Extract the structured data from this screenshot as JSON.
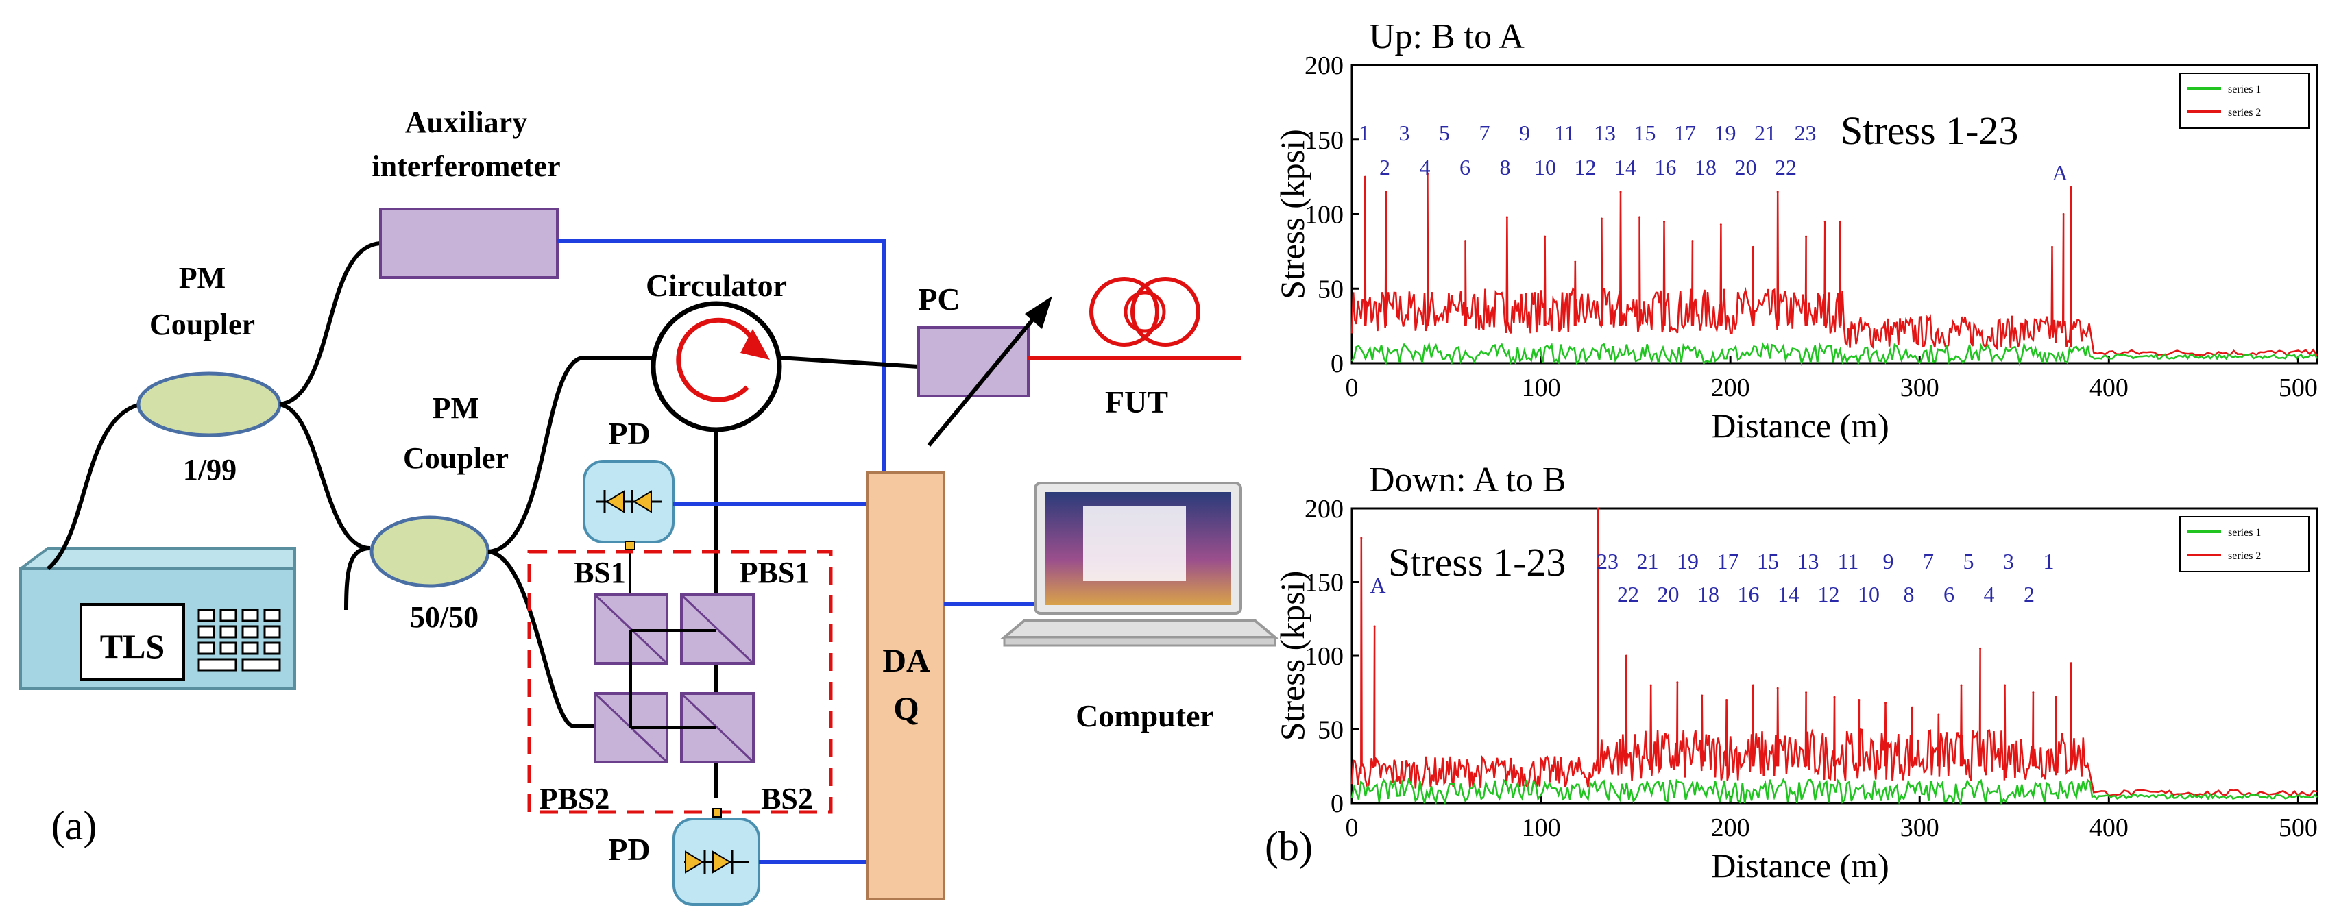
{
  "panel_a": {
    "label": "(a)",
    "components": {
      "tls": "TLS",
      "pm_coupler_1": [
        "PM",
        "Coupler"
      ],
      "ratio_1": "1/99",
      "aux_interferometer": [
        "Auxiliary",
        "interferometer"
      ],
      "pm_coupler_2": [
        "PM",
        "Coupler"
      ],
      "ratio_2": "50/50",
      "circulator": "Circulator",
      "pc": "PC",
      "fut": "FUT",
      "pd_top": "PD",
      "pd_bottom": "PD",
      "bs1": "BS1",
      "pbs1": "PBS1",
      "pbs2": "PBS2",
      "bs2": "BS2",
      "daq": [
        "DA",
        "Q"
      ],
      "computer": "Computer"
    },
    "colors": {
      "fiber": "#000000",
      "electrical": "#1f3fe0",
      "fut_fiber": "#e01010",
      "component_fill": "#c7b3d8",
      "coupler_fill": "#d3e0a8",
      "daq_fill": "#f6c8a0",
      "pd_fill": "#bfe6f2"
    }
  },
  "panel_b": {
    "label": "(b)",
    "legend_series": [
      "series 1",
      "series 2"
    ],
    "series_colors": [
      "#21c421",
      "#e31515"
    ]
  },
  "chart_data": [
    {
      "type": "line",
      "title": "Up: B to A",
      "xlabel": "Distance (m)",
      "ylabel": "Stress (kpsi)",
      "xlim": [
        0,
        510
      ],
      "ylim": [
        0,
        200
      ],
      "xticks": [
        0,
        100,
        200,
        300,
        400,
        500
      ],
      "yticks": [
        0,
        50,
        100,
        150,
        200
      ],
      "annotation": "Stress 1-23",
      "marker_label": "A",
      "stress_labels_top": [
        "1",
        "3",
        "5",
        "7",
        "9",
        "11",
        "13",
        "15",
        "17",
        "19",
        "21",
        "23"
      ],
      "stress_labels_bottom": [
        "2",
        "4",
        "6",
        "8",
        "10",
        "12",
        "14",
        "16",
        "18",
        "20",
        "22"
      ],
      "series": [
        {
          "name": "series 2",
          "peaks": {
            "x": [
              7,
              18,
              40,
              60,
              82,
              102,
              118,
              132,
              142,
              152,
              165,
              180,
              195,
              212,
              225,
              240,
              250,
              258,
              370,
              376,
              380
            ],
            "y": [
              125,
              115,
              127,
              82,
              98,
              85,
              68,
              97,
              115,
              98,
              95,
              82,
              93,
              78,
              115,
              85,
              95,
              95,
              78,
              100,
              118
            ]
          }
        },
        {
          "name": "series 1",
          "noise_level": 8
        }
      ]
    },
    {
      "type": "line",
      "title": "Down: A to B",
      "xlabel": "Distance (m)",
      "ylabel": "Stress (kpsi)",
      "xlim": [
        0,
        510
      ],
      "ylim": [
        0,
        200
      ],
      "xticks": [
        0,
        100,
        200,
        300,
        400,
        500
      ],
      "yticks": [
        0,
        50,
        100,
        150,
        200
      ],
      "annotation": "Stress 1-23",
      "marker_label": "A",
      "stress_labels_top": [
        "23",
        "21",
        "19",
        "17",
        "15",
        "13",
        "11",
        "9",
        "7",
        "5",
        "3",
        "1"
      ],
      "stress_labels_bottom": [
        "22",
        "20",
        "18",
        "16",
        "14",
        "12",
        "10",
        "8",
        "6",
        "4",
        "2"
      ],
      "series": [
        {
          "name": "series 2",
          "peaks": {
            "x": [
              5,
              12,
              130,
              145,
              158,
              172,
              185,
              198,
              212,
              225,
              240,
              255,
              268,
              282,
              296,
              310,
              322,
              332,
              345,
              360,
              372,
              380
            ],
            "y": [
              180,
              120,
              200,
              100,
              80,
              82,
              73,
              70,
              80,
              78,
              75,
              72,
              70,
              68,
              65,
              60,
              80,
              105,
              80,
              75,
              72,
              95
            ]
          }
        },
        {
          "name": "series 1",
          "noise_level": 10
        }
      ]
    }
  ]
}
